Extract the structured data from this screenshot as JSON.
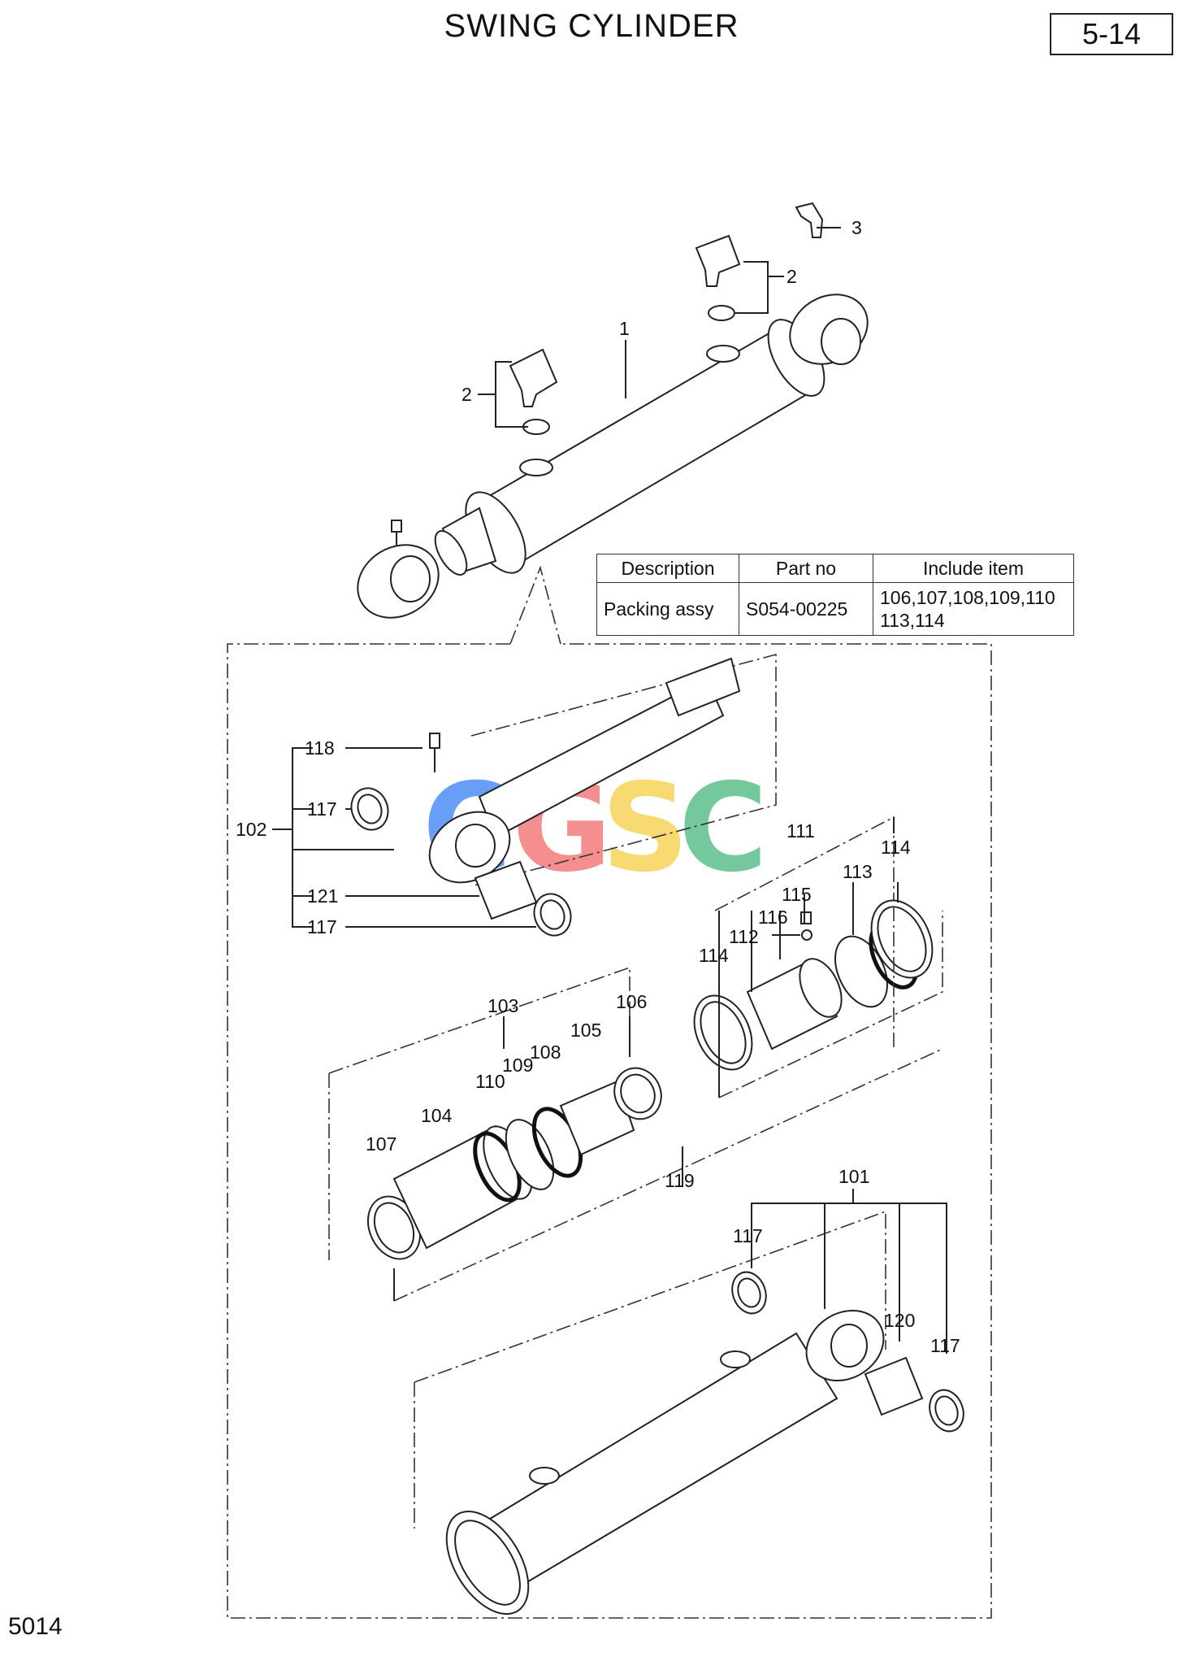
{
  "header": {
    "title": "SWING CYLINDER",
    "page_ref": "5-14"
  },
  "footer": {
    "code": "5014"
  },
  "table": {
    "headers": [
      "Description",
      "Part no",
      "Include item"
    ],
    "row": {
      "description": "Packing assy",
      "part_no": "S054-00225",
      "include_line1": "106,107,108,109,110",
      "include_line2": "113,114"
    }
  },
  "watermark": {
    "letters": [
      "C",
      "G",
      "S",
      "C"
    ],
    "colors": [
      "#4f8ef7",
      "#f47c7c",
      "#f7d45a",
      "#5cbf8a"
    ]
  },
  "callouts": {
    "c1": "1",
    "c2a": "2",
    "c2b": "2",
    "c3": "3",
    "c101": "101",
    "c102": "102",
    "c103": "103",
    "c104": "104",
    "c105": "105",
    "c106": "106",
    "c107": "107",
    "c108": "108",
    "c109": "109",
    "c110": "110",
    "c111": "111",
    "c112": "112",
    "c113": "113",
    "c114a": "114",
    "c114b": "114",
    "c115": "115",
    "c116": "116",
    "c117a": "117",
    "c117b": "117",
    "c117c": "117",
    "c117d": "117",
    "c118": "118",
    "c119": "119",
    "c120": "120",
    "c121": "121"
  }
}
